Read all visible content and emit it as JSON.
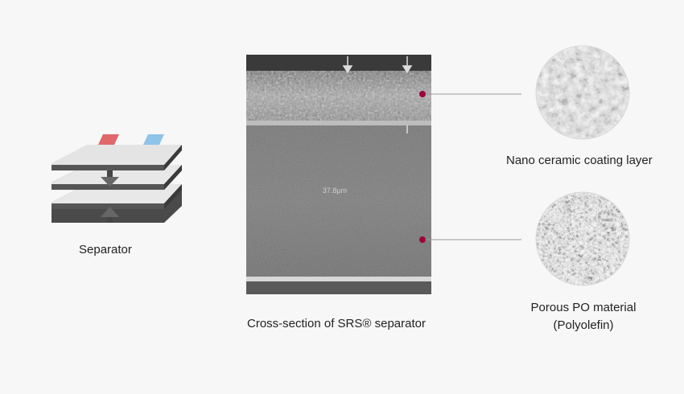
{
  "diagram": {
    "separator_label": "Separator",
    "cross_section_label": "Cross-section of SRS® separator",
    "sem_scale_text": "37.8μm",
    "nano_layer_label": "Nano ceramic coating layer",
    "po_material_label_line1": "Porous PO material",
    "po_material_label_line2": "(Polyolefin)"
  },
  "colors": {
    "background": "#f7f7f7",
    "text": "#222222",
    "marker_dot": "#a0003c",
    "connector_line": "#9a9a9a",
    "tab_red": "#e06868",
    "tab_blue": "#8ec3ea",
    "layer_top": "#e6e6e6",
    "layer_side": "#4a4a4a",
    "arrow": "#666666"
  },
  "icons": {
    "stack": "separator-layer-stack-icon",
    "arrows": "pressure-arrows-icon"
  }
}
